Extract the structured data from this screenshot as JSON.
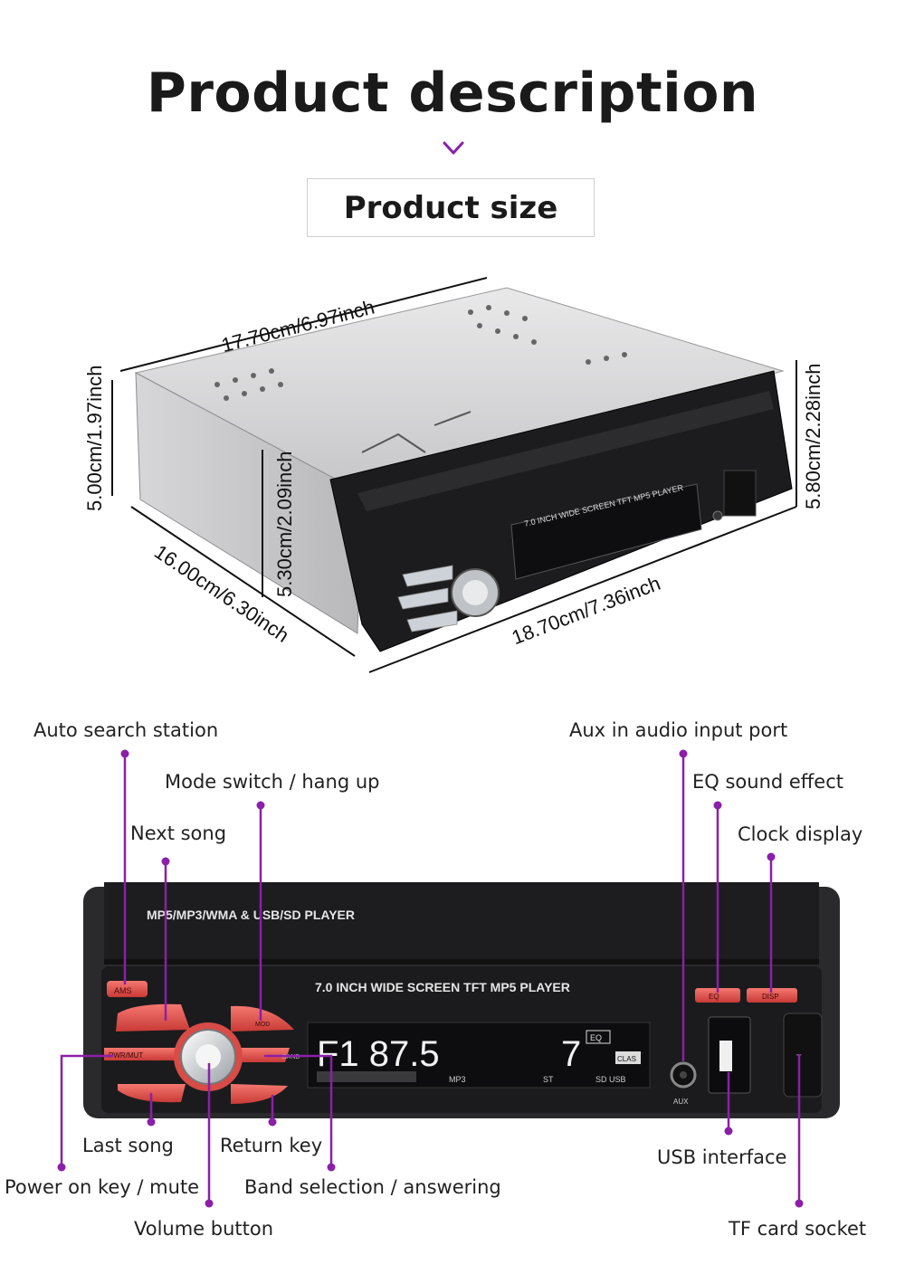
{
  "header": {
    "title": "Product description",
    "size_label": "Product size"
  },
  "dimensions": {
    "top_width": "17.70cm/6.97inch",
    "left_height": "5.00cm/1.97inch",
    "right_height": "5.80cm/2.28inch",
    "mid_height": "5.30cm/2.09inch",
    "depth": "16.00cm/6.30inch",
    "front_width": "18.70cm/7.36inch"
  },
  "device_labels": {
    "top_panel": "MP5/MP3/WMA & USB/SD PLAYER",
    "screen_title": "7.0 INCH WIDE SCREEN TFT MP5 PLAYER",
    "display_text": "F1 87.5",
    "display_channel": "7",
    "display_indicators": "MP3",
    "display_st": "ST",
    "display_sd_usb": "SD USB",
    "eq_tag": "EQ",
    "clas_tag": "CLAS",
    "btn_ams": "AMS",
    "btn_pwr": "PWR/MUT",
    "btn_mod": "MOD",
    "btn_band": "BAND",
    "btn_eq": "EQ",
    "btn_disp": "DISP",
    "aux": "AUX",
    "tf": "T"
  },
  "callouts": {
    "auto_search": "Auto search station",
    "mode_switch": "Mode switch / hang up",
    "next_song": "Next song",
    "aux_in": "Aux in audio input port",
    "eq_sound": "EQ sound effect",
    "clock": "Clock display",
    "last_song": "Last song",
    "return_key": "Return key",
    "power": "Power on key / mute",
    "band": "Band selection / answering",
    "volume": "Volume button",
    "usb": "USB interface",
    "tf_card": "TF card socket"
  },
  "colors": {
    "accent_purple": "#8b1fa8",
    "button_red": "#e0504a",
    "panel_black": "#1c1c1e"
  }
}
